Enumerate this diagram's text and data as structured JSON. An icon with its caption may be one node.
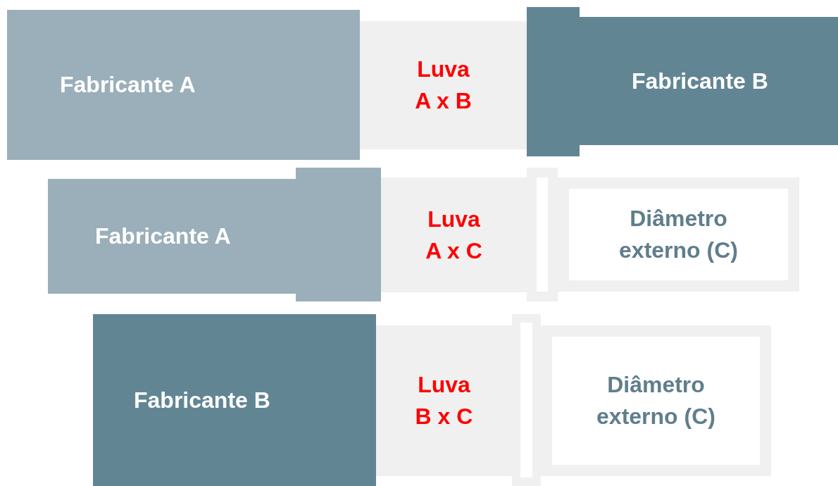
{
  "diagram": {
    "nodes": [
      {
        "text": [
          "Fabricante A"
        ]
      },
      {
        "text": [
          "Luva A x B"
        ]
      },
      {
        "text": [
          "Fabricante B"
        ]
      },
      {
        "text": [
          "Fabricante A"
        ]
      },
      {
        "text": [
          "Luva A x C"
        ]
      },
      {
        "text": [
          "Diâmetro externo (C)"
        ]
      },
      {
        "text": [
          "Fabricante B"
        ]
      },
      {
        "text": [
          "Luva B x C"
        ]
      },
      {
        "text": [
          "Diâmetro externo (C)"
        ]
      },
      {
        "text": [],
        "shape": "box"
      },
      {
        "text": [],
        "shape": "box"
      },
      {
        "text": [],
        "shape": "box"
      },
      {
        "text": [],
        "shape": "box"
      }
    ]
  }
}
